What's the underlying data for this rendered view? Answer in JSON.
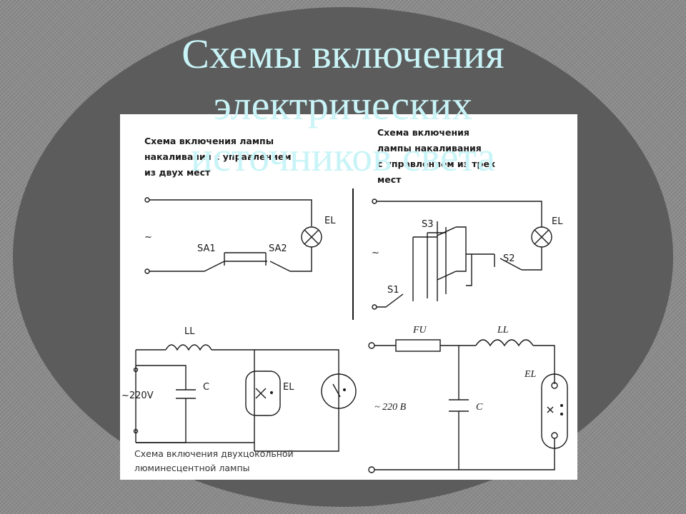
{
  "title_lines": [
    "Схемы включения",
    "электрических",
    "источников света"
  ],
  "diagrams": {
    "two_places": {
      "caption": [
        "Схема включения лампы",
        "накаливания с управлением",
        "из двух мест"
      ],
      "labels": {
        "ac": "~",
        "sa1": "SA1",
        "sa2": "SA2",
        "el": "EL"
      }
    },
    "three_places": {
      "caption": [
        "Схема включения",
        "лампы накаливания",
        "с управлением из трех",
        "мест"
      ],
      "labels": {
        "ac": "~",
        "s1": "S1",
        "s2": "S2",
        "s3": "S3",
        "el": "EL"
      }
    },
    "fluorescent_a": {
      "labels": {
        "ll": "LL",
        "voltage": "~220V",
        "c": "C",
        "el": "EL"
      },
      "caption": [
        "Схема включения двухцокольной",
        "люминесцентной лампы"
      ]
    },
    "fluorescent_b": {
      "labels": {
        "fu": "FU",
        "ll": "LL",
        "el": "EL",
        "voltage": "~ 220 В",
        "c": "C"
      }
    }
  }
}
